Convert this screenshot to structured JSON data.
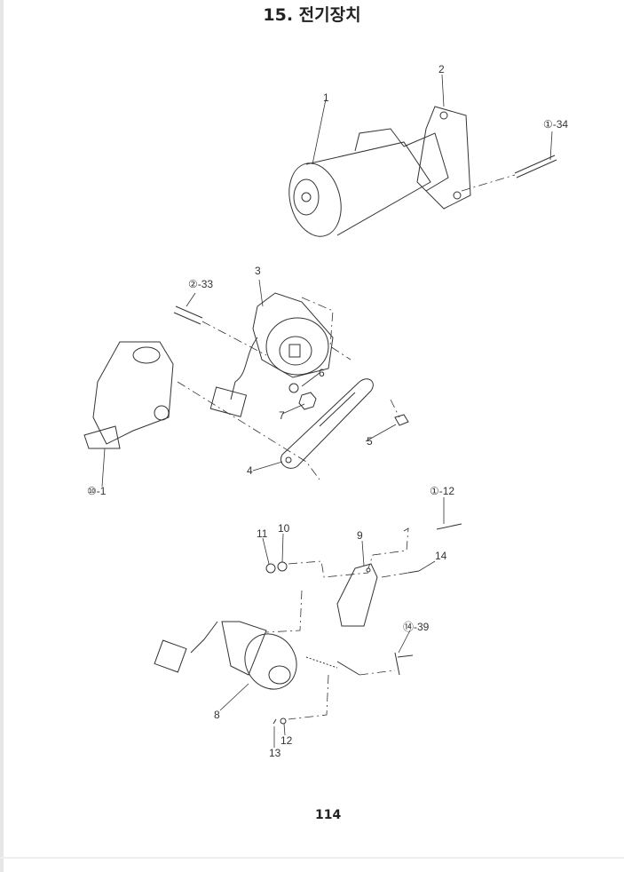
{
  "header": {
    "title": "15. 전기장치"
  },
  "footer": {
    "page_number": "114"
  },
  "diagram": {
    "callouts": {
      "c1": "1",
      "c2": "2",
      "c1_34": "①-34",
      "c2_33": "②-33",
      "c3": "3",
      "c4": "4",
      "c5": "5",
      "c6": "6",
      "c7": "7",
      "c10_1": "⑩-1",
      "c1_12": "①-12",
      "c8": "8",
      "c9": "9",
      "c10": "10",
      "c11": "11",
      "c12": "12",
      "c13": "13",
      "c14": "14",
      "c14_39": "⑭-39"
    }
  }
}
